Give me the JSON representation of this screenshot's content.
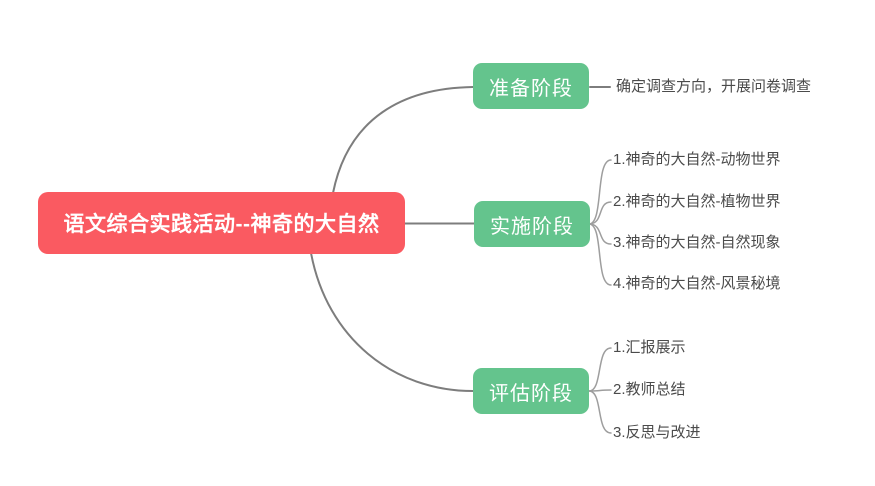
{
  "colors": {
    "root_bg": "#FA5A61",
    "branch_bg": "#64C48D",
    "node_text": "#FFFFFF",
    "leaf_text": "#4B4B4B",
    "main_link": "#7D7D7D",
    "sub_link": "#9E9E9E",
    "canvas_bg": "#FFFFFF"
  },
  "mindmap": {
    "root": {
      "label": "语文综合实践活动--神奇的大自然"
    },
    "branches": [
      {
        "label": "准备阶段",
        "children": [
          "确定调查方向，开展问卷调查"
        ]
      },
      {
        "label": "实施阶段",
        "children": [
          "1.神奇的大自然-动物世界",
          "2.神奇的大自然-植物世界",
          "3.神奇的大自然-自然现象",
          "4.神奇的大自然-风景秘境"
        ]
      },
      {
        "label": "评估阶段",
        "children": [
          "1.汇报展示",
          "2.教师总结",
          "3.反思与改进"
        ]
      }
    ]
  }
}
